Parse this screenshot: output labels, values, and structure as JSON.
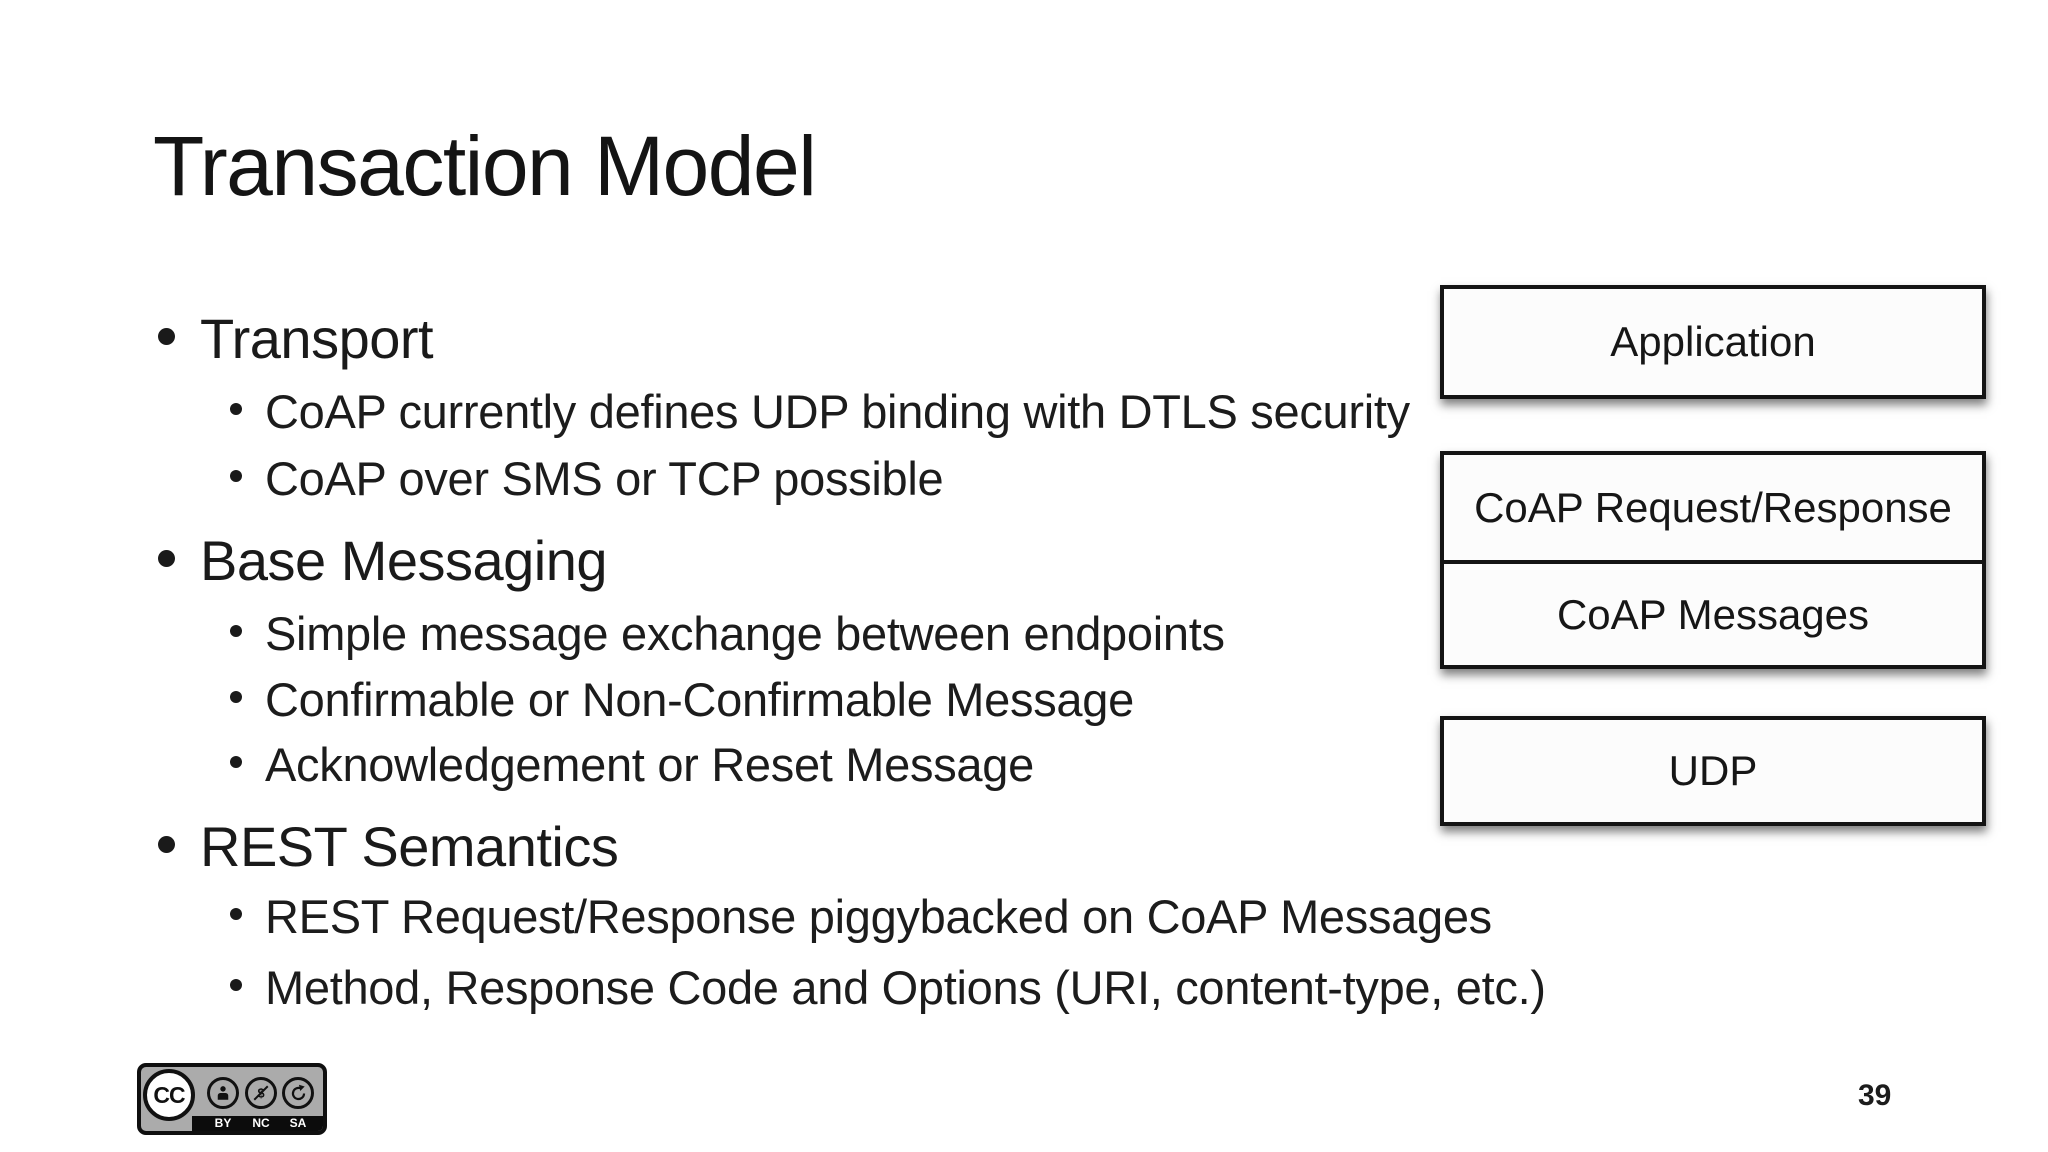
{
  "slide": {
    "title": "Transaction Model",
    "page_number": "39",
    "bullets": [
      {
        "label": "Transport",
        "children": [
          "CoAP currently defines UDP binding with DTLS security",
          "CoAP over SMS or TCP possible"
        ]
      },
      {
        "label": "Base Messaging",
        "children": [
          "Simple message exchange between endpoints",
          "Confirmable or Non-Confirmable Message",
          "Acknowledgement or Reset Message"
        ]
      },
      {
        "label": "REST Semantics",
        "children": [
          "REST Request/Response piggybacked on CoAP Messages",
          "Method, Response Code and Options (URI, content-type, etc.)"
        ]
      }
    ]
  },
  "diagram": {
    "boxes": [
      {
        "label": "Application"
      },
      {
        "label": "CoAP Request/Response"
      },
      {
        "label": "CoAP Messages"
      },
      {
        "label": "UDP"
      }
    ]
  },
  "license_badge": {
    "name": "CC BY-NC-SA",
    "cc_label": "CC",
    "labels": [
      "BY",
      "NC",
      "SA"
    ]
  },
  "colors": {
    "background": "#ffffff",
    "text": "#1b1b1b",
    "box_border": "#141414",
    "box_fill": "#fcfcfc",
    "badge_gray": "#ababab",
    "badge_strip": "#0c0c0c"
  }
}
